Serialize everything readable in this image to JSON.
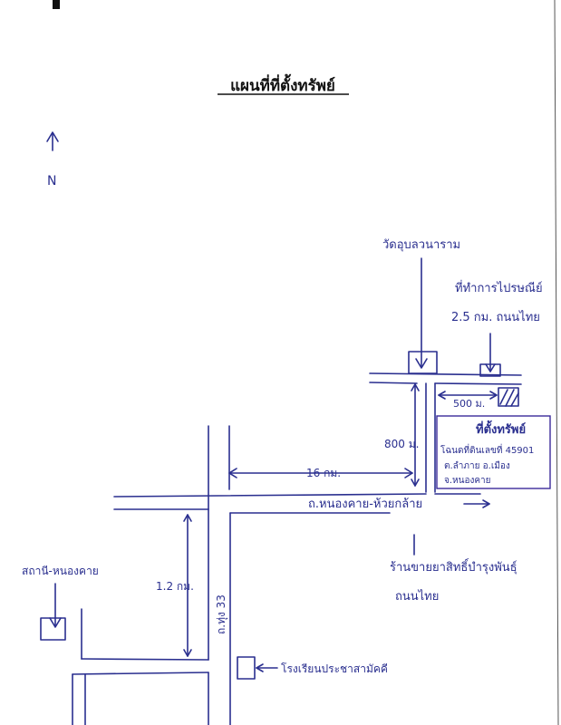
{
  "title": "แผนที่ที่ตั้งทรัพย์",
  "north_label": "N",
  "labels": {
    "temple": "วัดอุบลวนาราม",
    "office": "ที่ทำการไปรษณีย์",
    "office_dist": "2.5 กม. ถนนไทย",
    "property_heading": "ที่ตั้งทรัพย์",
    "property_line1": "โฉนดที่ดินเลขที่ 45901",
    "property_line2": "ต.ลำภาย อ.เมือง",
    "property_line3": "จ.หนองคาย",
    "dist_500": "500 ม.",
    "dist_800": "800 ม.",
    "dist_16km": "16 กม.",
    "main_road": "ถ.หนองคาย-ห้วยกล้าย",
    "market": "ร้านขายยาสิทธิ์บำรุงพันธุ์",
    "market_sub": "ถนนไทย",
    "left_place": "สถานี-หนองคาย",
    "dist_12km": "1.2 กม.",
    "side_road": "ถ.ทุ่ง 33",
    "school": "โรงเรียนประชาสามัคคี"
  },
  "colors": {
    "ink": "#2a2f8f",
    "title": "#111111"
  }
}
